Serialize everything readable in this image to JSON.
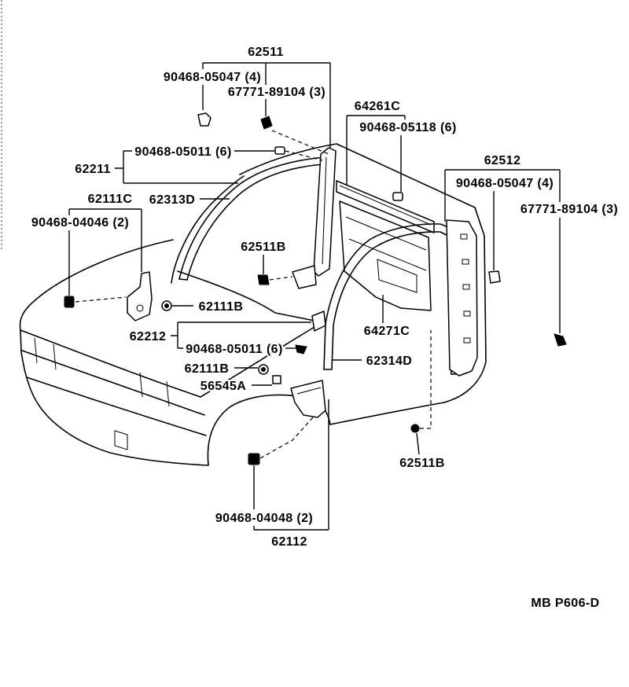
{
  "diagram": {
    "callouts": [
      "62511",
      "90468-05047 (4)",
      "67771-89104 (3)",
      "64261C",
      "90468-05118 (6)",
      "62512",
      "90468-05011 (6)",
      "62211",
      "62313D",
      "90468-05047 (4)",
      "62111C",
      "67771-89104 (3)",
      "90468-04046 (2)",
      "62511B",
      "62111B",
      "64271C",
      "62212",
      "90468-05011 (6)",
      "62314D",
      "62111B",
      "56545A",
      "62511B",
      "90468-04048 (2)",
      "62112"
    ],
    "figure_code": "MB P606-D"
  }
}
